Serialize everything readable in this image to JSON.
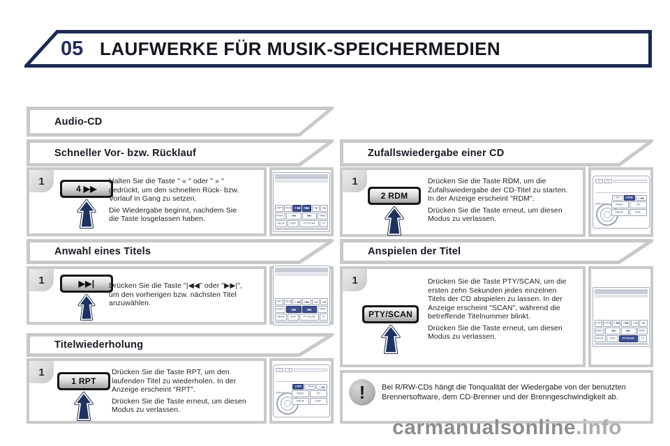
{
  "header": {
    "chapter": "05",
    "title": "LAUFWERKE FÜR MUSIK-SPEICHERMEDIEN"
  },
  "audio_cd_banner": "Audio-CD",
  "sections": {
    "fast_seek": {
      "heading": "Schneller Vor- bzw. Rücklauf",
      "step": "1",
      "button": "4 ▶▶",
      "para1": "Halten Sie die Taste \" « \" oder \" » \" gedrückt, um den schnellen Rück- bzw. Vorlauf in Gang zu setzen.",
      "para2": "Die Wiedergabe beginnt, nachdem Sie die Taste losgelassen haben."
    },
    "track_select": {
      "heading": "Anwahl eines Titels",
      "step": "1",
      "button": "▶▶|",
      "para1": "Drücken Sie die Taste \"|◀◀\" oder \"▶▶|\", um den vorherigen bzw. nächsten Titel anzuwählen."
    },
    "track_repeat": {
      "heading": "Titelwiederholung",
      "step": "1",
      "button": "1 RPT",
      "para1": "Drücken Sie die Taste RPT, um den laufenden Titel zu wiederholen. In der Anzeige erscheint \"RPT\".",
      "para2": "Drücken Sie die Taste erneut, um diesen Modus zu verlassen."
    },
    "random_play": {
      "heading": "Zufallswiedergabe einer CD",
      "step": "1",
      "button": "2 RDM",
      "para1": "Drücken Sie die Taste RDM, um die Zufallswiedergabe der CD-Titel zu starten. In der Anzeige erscheint \"RDM\".",
      "para2": "Drücken Sie die Taste erneut, um diesen Modus zu verlassen."
    },
    "scan_play": {
      "heading": "Anspielen der Titel",
      "step": "1",
      "button": "PTY/SCAN",
      "para1": "Drücken Sie die Taste PTY/SCAN, um die ersten zehn Sekunden jedes einzelnen Titels der CD abspielen zu lassen. In der Anzeige erscheint \"SCAN\", während die betreffende Titelnummer blinkt.",
      "para2": "Drücken Sie die Taste erneut, um diesen Modus zu verlassen."
    }
  },
  "warning": {
    "icon": "!",
    "text": "Bei R/RW-CDs hängt die Tonqualität der Wiedergabe von der benutzten Brennersoftware, dem CD-Brenner und der Brenngeschwindigkeit ab."
  },
  "radio_a": {
    "rows": [
      [
        "1 RPT",
        "2 RDM",
        "3 ◀◀",
        "4 ▶▶",
        "5 ◀",
        "6 ▶"
      ],
      [
        "RADIO",
        "|◀◀",
        "▶▶|",
        "MENU"
      ],
      [
        "MEDIA",
        "DISP",
        "PTY/SCAN",
        "TP"
      ]
    ]
  },
  "radio_b": {
    "knob": "PWR/VOL",
    "top": [
      "▲",
      "◄"
    ],
    "rows": [
      [
        "1 RPT",
        "2 RDM",
        "3 ◀◀"
      ],
      [
        "RADIO",
        "OK"
      ],
      [
        "MEDIA",
        "DISP"
      ]
    ]
  },
  "radio_instances": {
    "fast_seek": {
      "type": "a",
      "highlight": [
        "3 ◀◀",
        "4 ▶▶"
      ]
    },
    "track_select": {
      "type": "a",
      "highlight": [
        "|◀◀",
        "▶▶|"
      ]
    },
    "track_repeat": {
      "type": "b",
      "highlight": [
        "1 RPT"
      ]
    },
    "random_play": {
      "type": "b",
      "highlight": [
        "2 RDM"
      ]
    },
    "scan_play": {
      "type": "a",
      "highlight": [
        "PTY/SCAN"
      ]
    }
  },
  "watermark": {
    "text": "carmanualsonline",
    "suffix": ".info"
  },
  "colors": {
    "header_border": "#1c2a54",
    "banner_border": "#c9c9c9",
    "highlight_key": "#3d5090",
    "arrow_fill": "#1e3260"
  }
}
